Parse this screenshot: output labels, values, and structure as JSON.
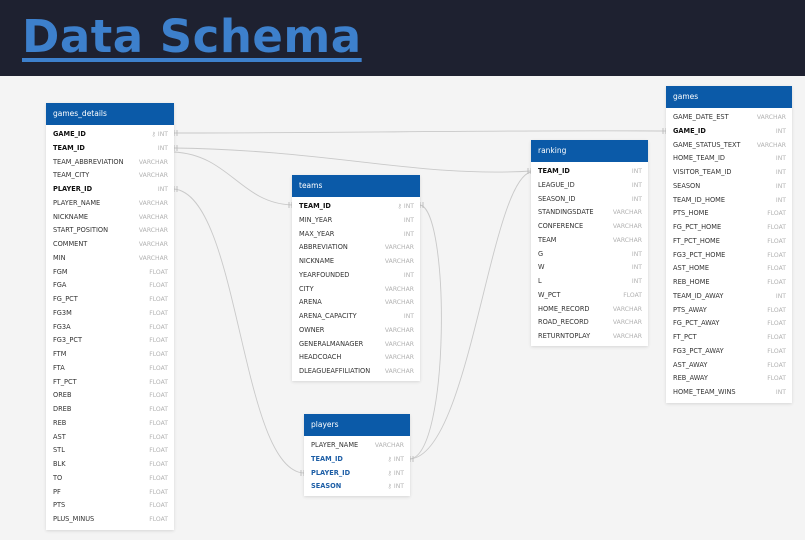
{
  "title": "Data Schema",
  "colors": {
    "banner": "#1e2130",
    "title": "#3d80cc",
    "table_header": "#0b5aa8",
    "link": "#c9c9c9"
  },
  "tables": {
    "games_details": {
      "name": "games_details",
      "columns": [
        {
          "name": "GAME_ID",
          "type": "INT"
        },
        {
          "name": "TEAM_ID",
          "type": "INT"
        },
        {
          "name": "TEAM_ABBREVIATION",
          "type": "VARCHAR"
        },
        {
          "name": "TEAM_CITY",
          "type": "VARCHAR"
        },
        {
          "name": "PLAYER_ID",
          "type": "INT"
        },
        {
          "name": "PLAYER_NAME",
          "type": "VARCHAR"
        },
        {
          "name": "NICKNAME",
          "type": "VARCHAR"
        },
        {
          "name": "START_POSITION",
          "type": "VARCHAR"
        },
        {
          "name": "COMMENT",
          "type": "VARCHAR"
        },
        {
          "name": "MIN",
          "type": "VARCHAR"
        },
        {
          "name": "FGM",
          "type": "FLOAT"
        },
        {
          "name": "FGA",
          "type": "FLOAT"
        },
        {
          "name": "FG_PCT",
          "type": "FLOAT"
        },
        {
          "name": "FG3M",
          "type": "FLOAT"
        },
        {
          "name": "FG3A",
          "type": "FLOAT"
        },
        {
          "name": "FG3_PCT",
          "type": "FLOAT"
        },
        {
          "name": "FTM",
          "type": "FLOAT"
        },
        {
          "name": "FTA",
          "type": "FLOAT"
        },
        {
          "name": "FT_PCT",
          "type": "FLOAT"
        },
        {
          "name": "OREB",
          "type": "FLOAT"
        },
        {
          "name": "DREB",
          "type": "FLOAT"
        },
        {
          "name": "REB",
          "type": "FLOAT"
        },
        {
          "name": "AST",
          "type": "FLOAT"
        },
        {
          "name": "STL",
          "type": "FLOAT"
        },
        {
          "name": "BLK",
          "type": "FLOAT"
        },
        {
          "name": "TO",
          "type": "FLOAT"
        },
        {
          "name": "PF",
          "type": "FLOAT"
        },
        {
          "name": "PTS",
          "type": "FLOAT"
        },
        {
          "name": "PLUS_MINUS",
          "type": "FLOAT"
        }
      ]
    },
    "teams": {
      "name": "teams",
      "columns": [
        {
          "name": "TEAM_ID",
          "type": "INT"
        },
        {
          "name": "MIN_YEAR",
          "type": "INT"
        },
        {
          "name": "MAX_YEAR",
          "type": "INT"
        },
        {
          "name": "ABBREVIATION",
          "type": "VARCHAR"
        },
        {
          "name": "NICKNAME",
          "type": "VARCHAR"
        },
        {
          "name": "YEARFOUNDED",
          "type": "INT"
        },
        {
          "name": "CITY",
          "type": "VARCHAR"
        },
        {
          "name": "ARENA",
          "type": "VARCHAR"
        },
        {
          "name": "ARENA_CAPACITY",
          "type": "INT"
        },
        {
          "name": "OWNER",
          "type": "VARCHAR"
        },
        {
          "name": "GENERALMANAGER",
          "type": "VARCHAR"
        },
        {
          "name": "HEADCOACH",
          "type": "VARCHAR"
        },
        {
          "name": "DLEAGUEAFFILIATION",
          "type": "VARCHAR"
        }
      ]
    },
    "ranking": {
      "name": "ranking",
      "columns": [
        {
          "name": "TEAM_ID",
          "type": "INT"
        },
        {
          "name": "LEAGUE_ID",
          "type": "INT"
        },
        {
          "name": "SEASON_ID",
          "type": "INT"
        },
        {
          "name": "STANDINGSDATE",
          "type": "VARCHAR"
        },
        {
          "name": "CONFERENCE",
          "type": "VARCHAR"
        },
        {
          "name": "TEAM",
          "type": "VARCHAR"
        },
        {
          "name": "G",
          "type": "INT"
        },
        {
          "name": "W",
          "type": "INT"
        },
        {
          "name": "L",
          "type": "INT"
        },
        {
          "name": "W_PCT",
          "type": "FLOAT"
        },
        {
          "name": "HOME_RECORD",
          "type": "VARCHAR"
        },
        {
          "name": "ROAD_RECORD",
          "type": "VARCHAR"
        },
        {
          "name": "RETURNTOPLAY",
          "type": "VARCHAR"
        }
      ]
    },
    "games": {
      "name": "games",
      "columns": [
        {
          "name": "GAME_DATE_EST",
          "type": "VARCHAR"
        },
        {
          "name": "GAME_ID",
          "type": "INT"
        },
        {
          "name": "GAME_STATUS_TEXT",
          "type": "VARCHAR"
        },
        {
          "name": "HOME_TEAM_ID",
          "type": "INT"
        },
        {
          "name": "VISITOR_TEAM_ID",
          "type": "INT"
        },
        {
          "name": "SEASON",
          "type": "INT"
        },
        {
          "name": "TEAM_ID_HOME",
          "type": "INT"
        },
        {
          "name": "PTS_HOME",
          "type": "FLOAT"
        },
        {
          "name": "FG_PCT_HOME",
          "type": "FLOAT"
        },
        {
          "name": "FT_PCT_HOME",
          "type": "FLOAT"
        },
        {
          "name": "FG3_PCT_HOME",
          "type": "FLOAT"
        },
        {
          "name": "AST_HOME",
          "type": "FLOAT"
        },
        {
          "name": "REB_HOME",
          "type": "FLOAT"
        },
        {
          "name": "TEAM_ID_AWAY",
          "type": "INT"
        },
        {
          "name": "PTS_AWAY",
          "type": "FLOAT"
        },
        {
          "name": "FG_PCT_AWAY",
          "type": "FLOAT"
        },
        {
          "name": "FT_PCT",
          "type": "FLOAT"
        },
        {
          "name": "FG3_PCT_AWAY",
          "type": "FLOAT"
        },
        {
          "name": "AST_AWAY",
          "type": "FLOAT"
        },
        {
          "name": "REB_AWAY",
          "type": "FLOAT"
        },
        {
          "name": "HOME_TEAM_WINS",
          "type": "INT"
        }
      ]
    },
    "players": {
      "name": "players",
      "columns": [
        {
          "name": "PLAYER_NAME",
          "type": "VARCHAR"
        },
        {
          "name": "TEAM_ID",
          "type": "INT"
        },
        {
          "name": "PLAYER_ID",
          "type": "INT"
        },
        {
          "name": "SEASON",
          "type": "INT"
        }
      ]
    }
  }
}
